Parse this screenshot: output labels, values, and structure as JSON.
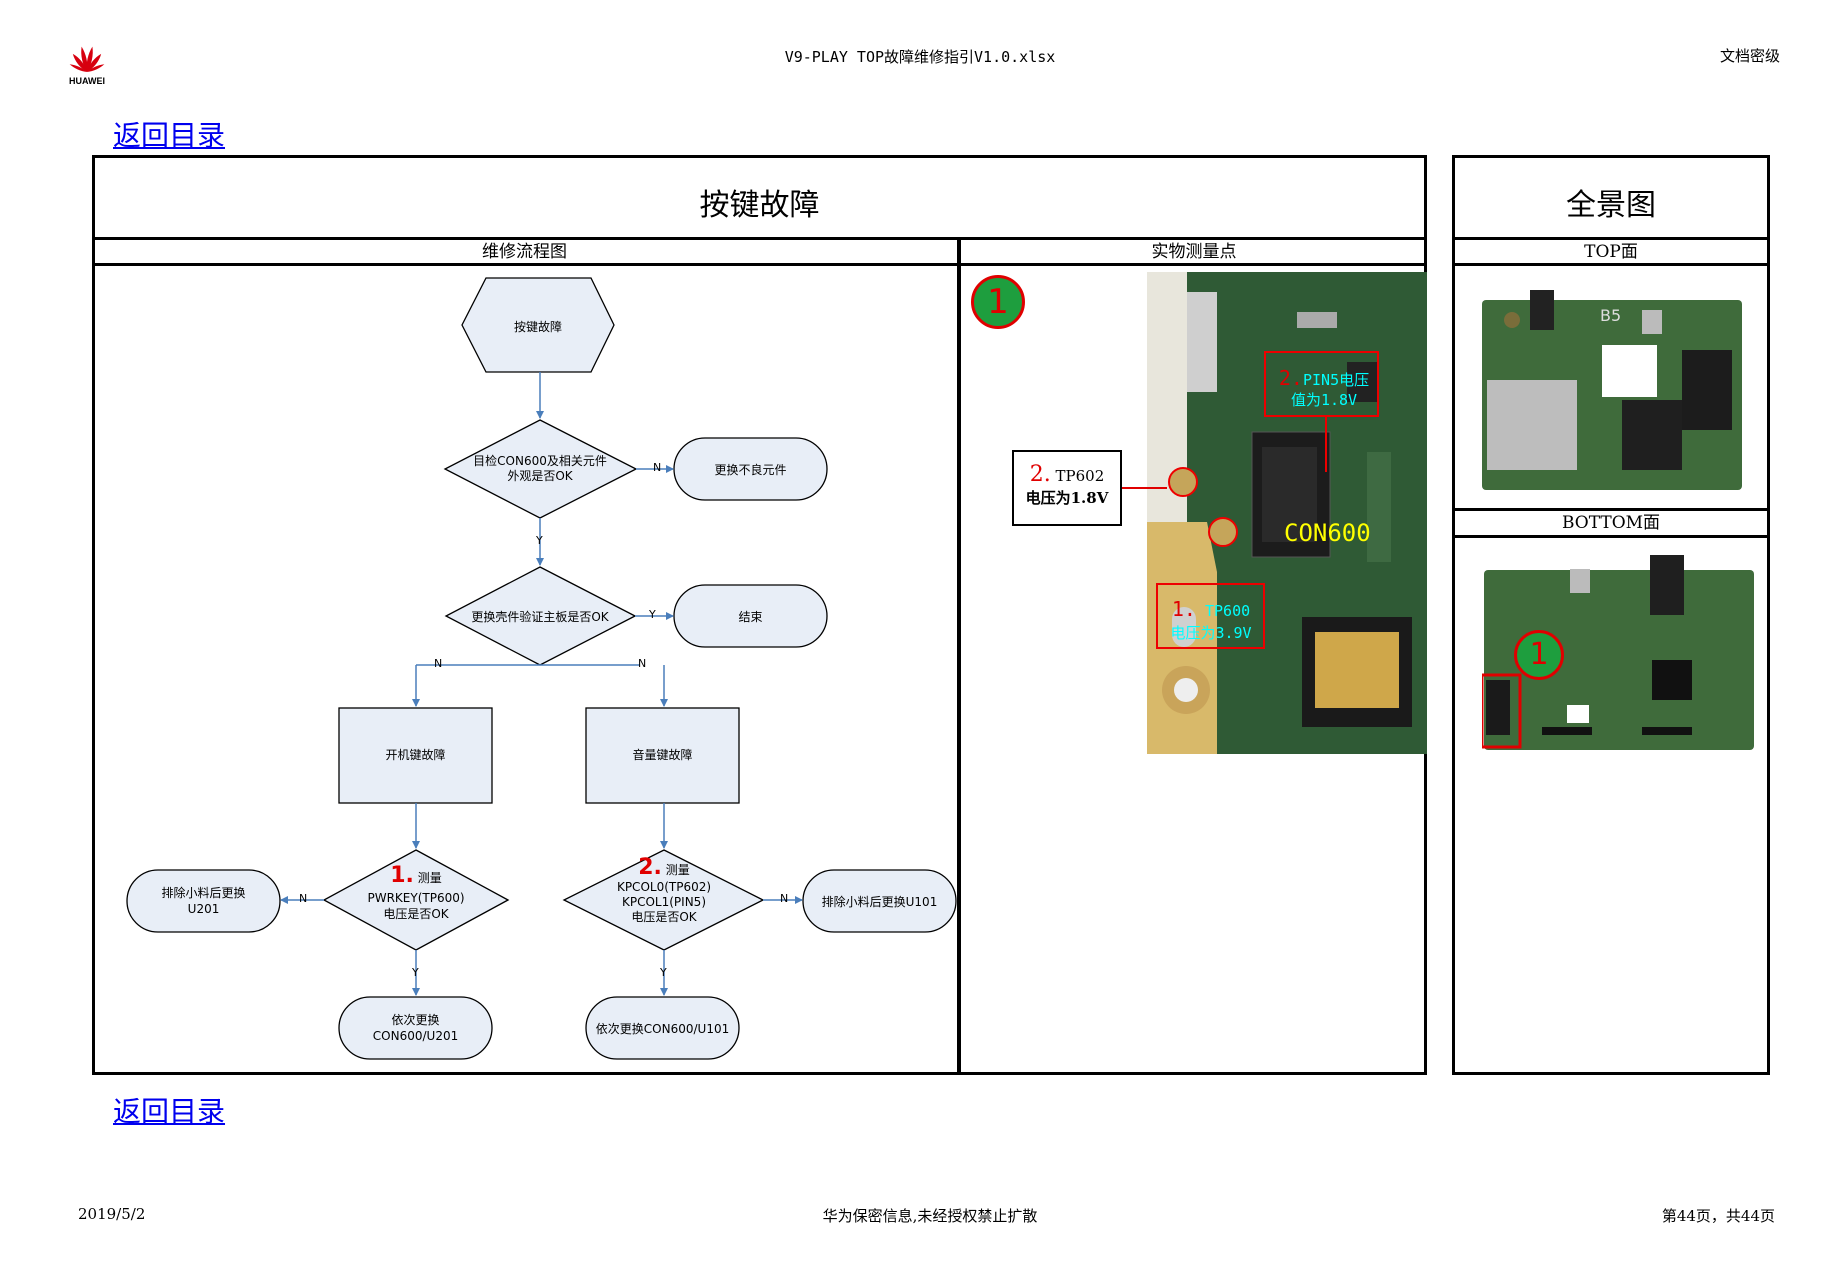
{
  "header": {
    "logo_text": "HUAWEI",
    "file_name": "V9-PLAY TOP故障维修指引V1.0.xlsx",
    "classification": "文档密级"
  },
  "nav": {
    "back_link_top": "返回目录",
    "back_link_bottom": "返回目录"
  },
  "main": {
    "title": "按键故障",
    "flow_header": "维修流程图",
    "photo_header": "实物测量点",
    "flow": {
      "start": "按键故障",
      "check1": [
        "目检CON600及相关元件",
        "外观是否OK"
      ],
      "replace_bad": "更换不良元件",
      "check2": "更换壳件验证主板是否OK",
      "end": "结束",
      "power_key": "开机键故障",
      "volume_key": "音量键故障",
      "measure1_num": "1.",
      "measure1": [
        "测量",
        "PWRKEY(TP600)",
        "电压是否OK"
      ],
      "measure2_num": "2.",
      "measure2": [
        "测量",
        "KPCOL0(TP602)",
        "KPCOL1(PIN5)",
        "电压是否OK"
      ],
      "remove1": [
        "排除小料后更换",
        "U201"
      ],
      "remove2": "排除小料后更换U101",
      "replace1": [
        "依次更换",
        "CON600/U201"
      ],
      "replace2": "依次更换CON600/U101",
      "label_n": "N",
      "label_y": "Y"
    },
    "photo": {
      "marker": "1",
      "pin5_num": "2.",
      "pin5": [
        "PIN5电压",
        "值为1.8V"
      ],
      "tp602_num": "2.",
      "tp602": [
        "TP602",
        "电压为1.8V"
      ],
      "tp600_num": "1.",
      "tp600": [
        "TP600",
        "电压为3.9V"
      ],
      "connector": "CON600"
    }
  },
  "overview": {
    "title": "全景图",
    "top_label": "TOP面",
    "bottom_label": "BOTTOM面",
    "board_text": "B5",
    "marker": "1"
  },
  "footer": {
    "date": "2019/5/2",
    "confidential": "华为保密信息,未经授权禁止扩散",
    "page": "第44页，共44页"
  }
}
